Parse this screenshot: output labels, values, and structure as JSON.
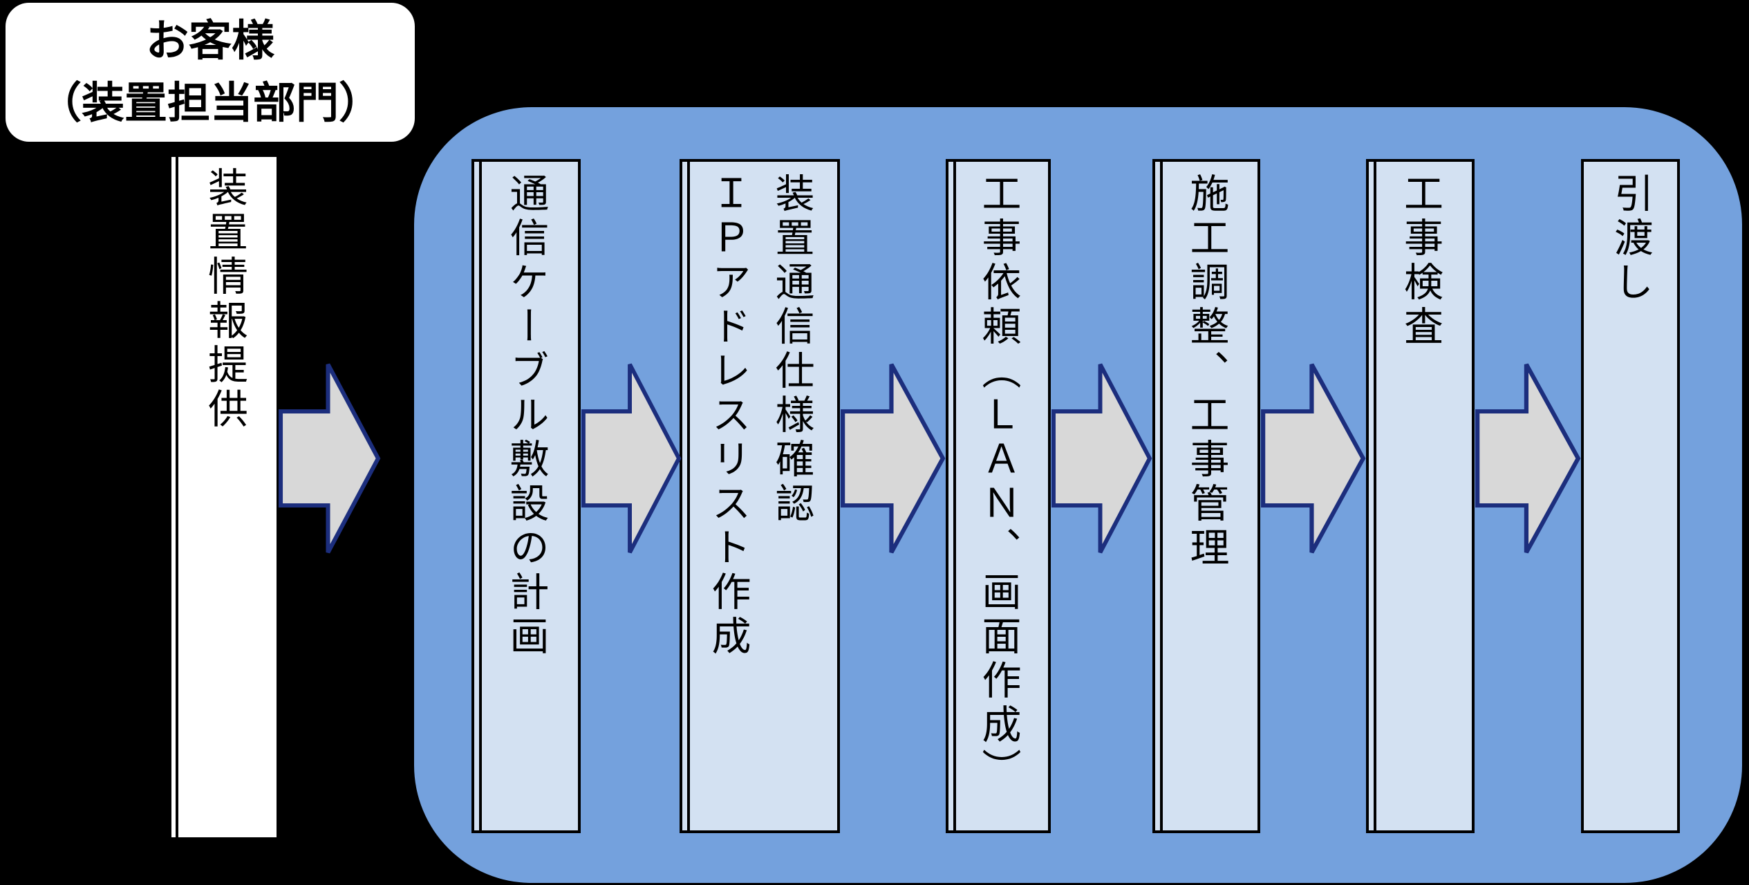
{
  "customer": {
    "title_line1": "お客様",
    "title_line2": "（装置担当部門）",
    "lane_label": "装置情報提供"
  },
  "panel": {
    "steps": [
      {
        "label": "通信ケーブル敷設の計画"
      },
      {
        "label": "装置通信仕様確認\nＩＰアドレスリスト作成"
      },
      {
        "label": "工事依頼（ＬＡＮ、画面作成）"
      },
      {
        "label": "施工調整、工事管理"
      },
      {
        "label": "工事検査"
      },
      {
        "label": "引渡し"
      }
    ]
  },
  "colors": {
    "background": "#000000",
    "panel_blue": "#74a1dd",
    "step_fill": "#d3e1f2",
    "step_border": "#000000",
    "arrow_fill": "#d8d8d8",
    "arrow_border": "#1c2e7d",
    "box_white": "#ffffff",
    "text_black": "#000000"
  }
}
